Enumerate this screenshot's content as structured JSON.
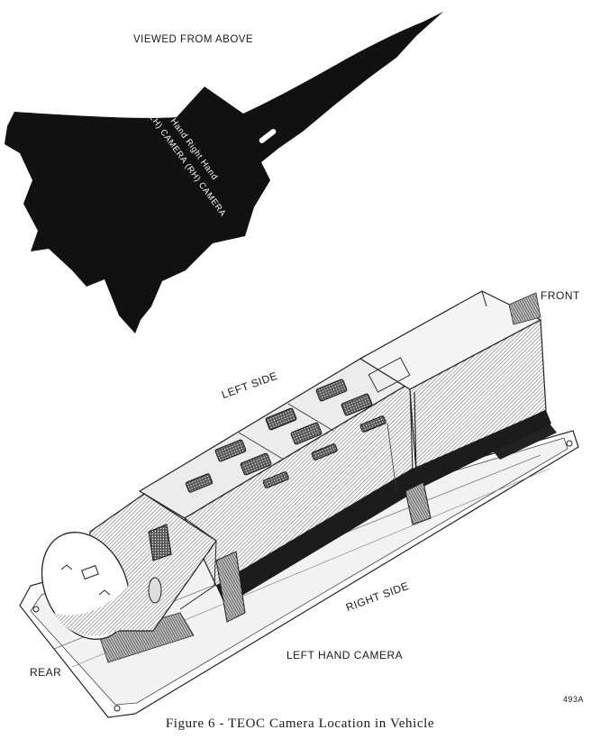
{
  "labels": {
    "viewed_from_above": "VIEWED FROM ABOVE",
    "front": "FRONT",
    "left_side": "LEFT SIDE",
    "right_side": "RIGHT SIDE",
    "left_hand_camera": "LEFT HAND CAMERA",
    "rear": "REAR",
    "figure_number": "493A"
  },
  "plane_labels": {
    "line1": "Left Hand   Right Hand",
    "line2": "(LH) CAMERA   (RH) CAMERA"
  },
  "caption": "Figure 6 - TEOC Camera Location in Vehicle"
}
